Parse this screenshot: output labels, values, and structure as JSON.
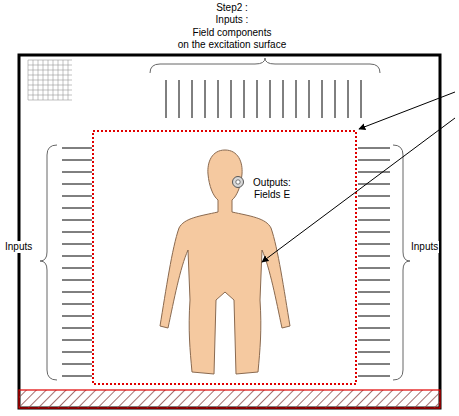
{
  "diagram": {
    "labels": [
      "Step2 :",
      "Inputs :",
      "Field components",
      "on the excitation surface",
      "Inputs",
      "Inputs",
      "Outputs: Fields E"
    ]
  }
}
